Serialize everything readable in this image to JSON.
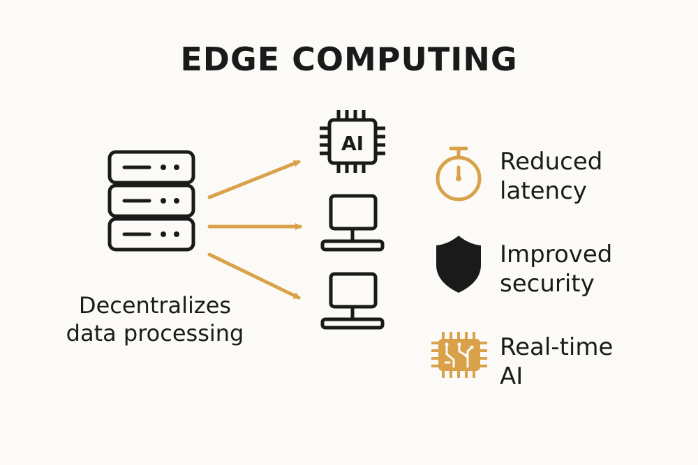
{
  "title": "EDGE COMPUTING",
  "left_label": {
    "line1": "Decentralizes",
    "line2": "data processing"
  },
  "chip_label": "AI",
  "benefits": [
    {
      "line1": "Reduced",
      "line2": "latency",
      "icon": "stopwatch-icon"
    },
    {
      "line1": "Improved",
      "line2": "security",
      "icon": "shield-icon"
    },
    {
      "line1": "Real-time",
      "line2": "AI",
      "icon": "circuit-chip-icon"
    }
  ],
  "colors": {
    "accent": "#d9a24a",
    "ink": "#1a1a1a",
    "background": "#fbfaf7"
  }
}
